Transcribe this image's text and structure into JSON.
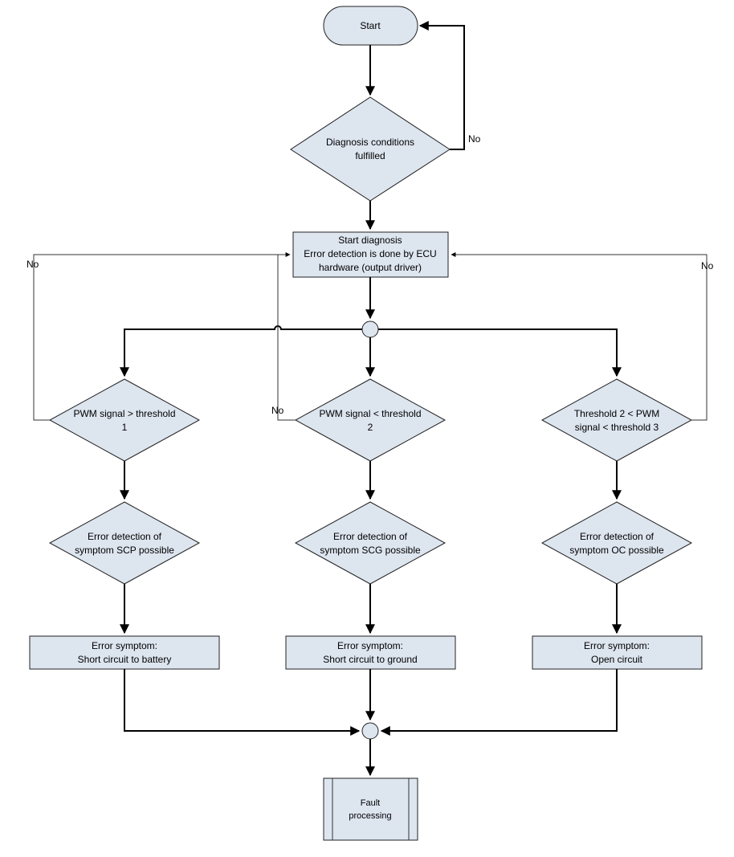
{
  "start": {
    "label": "Start"
  },
  "diagnosis_conditions": {
    "lines": [
      "Diagnosis conditions",
      "fulfilled"
    ]
  },
  "start_diagnosis": {
    "lines": [
      "Start diagnosis",
      "Error detection is done by ECU",
      "hardware (output driver)"
    ]
  },
  "decisions": [
    {
      "lines": [
        "PWM signal > threshold",
        "1"
      ]
    },
    {
      "lines": [
        "PWM signal < threshold",
        "2"
      ]
    },
    {
      "lines": [
        "Threshold 2 < PWM",
        "signal < threshold 3"
      ]
    }
  ],
  "detections": [
    {
      "lines": [
        "Error detection of",
        "symptom SCP possible"
      ]
    },
    {
      "lines": [
        "Error detection of",
        "symptom SCG possible"
      ]
    },
    {
      "lines": [
        "Error detection of",
        "symptom OC possible"
      ]
    }
  ],
  "symptoms": [
    {
      "lines": [
        "Error symptom:",
        "Short circuit to battery"
      ]
    },
    {
      "lines": [
        "Error symptom:",
        "Short circuit to ground"
      ]
    },
    {
      "lines": [
        "Error symptom:",
        "Open circuit"
      ]
    }
  ],
  "fault_processing": {
    "lines": [
      "Fault",
      "processing"
    ]
  },
  "labels": {
    "no": "No"
  }
}
